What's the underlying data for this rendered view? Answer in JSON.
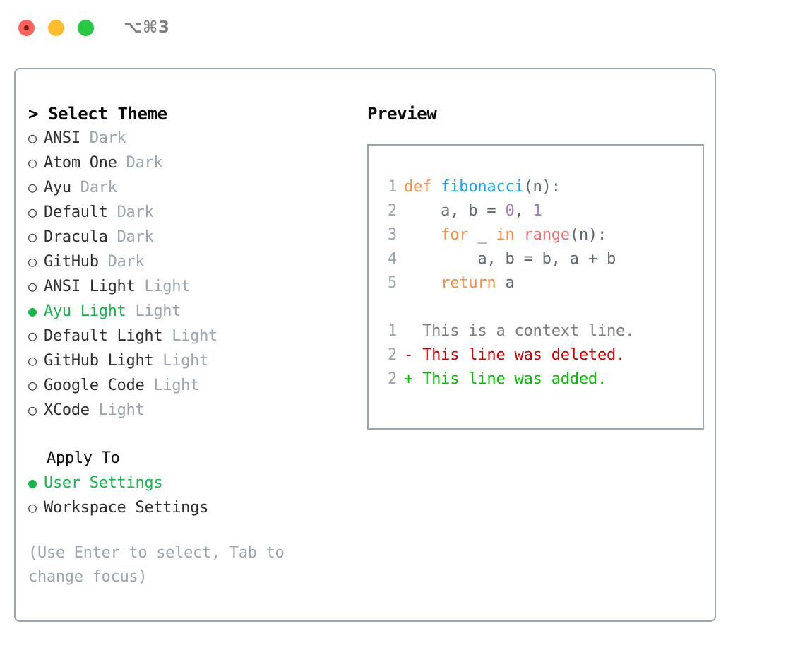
{
  "window": {
    "shortcut": "⌥⌘3",
    "traffic_lights": [
      "close-red",
      "minimize-yellow",
      "maximize-green"
    ]
  },
  "colors": {
    "accent_green": "#15B54A",
    "muted_gray": "#9AA5B1",
    "border": "#9AA5B1",
    "keyword_orange": "#FA8D3E",
    "function_blue": "#12A4F0",
    "number_purple": "#A37ACC",
    "call_red": "#F07171",
    "diff_delete": "#CC0000",
    "diff_add": "#00C000"
  },
  "left": {
    "heading": "> Select Theme",
    "themes": [
      {
        "bullet": "○",
        "name": "ANSI",
        "tag": "Dark",
        "selected": false
      },
      {
        "bullet": "○",
        "name": "Atom One",
        "tag": "Dark",
        "selected": false
      },
      {
        "bullet": "○",
        "name": "Ayu",
        "tag": "Dark",
        "selected": false
      },
      {
        "bullet": "○",
        "name": "Default",
        "tag": "Dark",
        "selected": false
      },
      {
        "bullet": "○",
        "name": "Dracula",
        "tag": "Dark",
        "selected": false
      },
      {
        "bullet": "○",
        "name": "GitHub",
        "tag": "Dark",
        "selected": false
      },
      {
        "bullet": "○",
        "name": "ANSI Light",
        "tag": "Light",
        "selected": false
      },
      {
        "bullet": "●",
        "name": "Ayu Light",
        "tag": "Light",
        "selected": true
      },
      {
        "bullet": "○",
        "name": "Default Light",
        "tag": "Light",
        "selected": false
      },
      {
        "bullet": "○",
        "name": "GitHub Light",
        "tag": "Light",
        "selected": false
      },
      {
        "bullet": "○",
        "name": "Google Code",
        "tag": "Light",
        "selected": false
      },
      {
        "bullet": "○",
        "name": "XCode",
        "tag": "Light",
        "selected": false
      }
    ],
    "apply_to_title": "Apply To",
    "apply_to": [
      {
        "bullet": "●",
        "name": "User Settings",
        "selected": true
      },
      {
        "bullet": "○",
        "name": "Workspace Settings",
        "selected": false
      }
    ],
    "hint": "(Use Enter to select, Tab to change focus)"
  },
  "preview": {
    "title": "Preview",
    "code_lines": [
      {
        "no": "1",
        "tokens": [
          {
            "t": "def ",
            "c": "tk-kw"
          },
          {
            "t": "fibonacci",
            "c": "tk-fn"
          },
          {
            "t": "(n):",
            "c": "tk-plain"
          }
        ]
      },
      {
        "no": "2",
        "tokens": [
          {
            "t": "    a, b = ",
            "c": "tk-plain"
          },
          {
            "t": "0",
            "c": "tk-num"
          },
          {
            "t": ", ",
            "c": "tk-plain"
          },
          {
            "t": "1",
            "c": "tk-num"
          }
        ]
      },
      {
        "no": "3",
        "tokens": [
          {
            "t": "    ",
            "c": "tk-plain"
          },
          {
            "t": "for",
            "c": "tk-kw"
          },
          {
            "t": " _ ",
            "c": "tk-plain"
          },
          {
            "t": "in",
            "c": "tk-kw"
          },
          {
            "t": " ",
            "c": "tk-plain"
          },
          {
            "t": "range",
            "c": "tk-call"
          },
          {
            "t": "(n):",
            "c": "tk-plain"
          }
        ]
      },
      {
        "no": "4",
        "tokens": [
          {
            "t": "        a, b = b, a + b",
            "c": "tk-plain"
          }
        ]
      },
      {
        "no": "5",
        "tokens": [
          {
            "t": "    ",
            "c": "tk-plain"
          },
          {
            "t": "return",
            "c": "tk-kw"
          },
          {
            "t": " a",
            "c": "tk-plain"
          }
        ]
      }
    ],
    "diff_lines": [
      {
        "no": "1",
        "marker": "  ",
        "text": "This is a context line.",
        "kind": "diff-ctx"
      },
      {
        "no": "2",
        "marker": "- ",
        "text": "This line was deleted.",
        "kind": "diff-del"
      },
      {
        "no": "2",
        "marker": "+ ",
        "text": "This line was added.",
        "kind": "diff-add"
      }
    ]
  }
}
